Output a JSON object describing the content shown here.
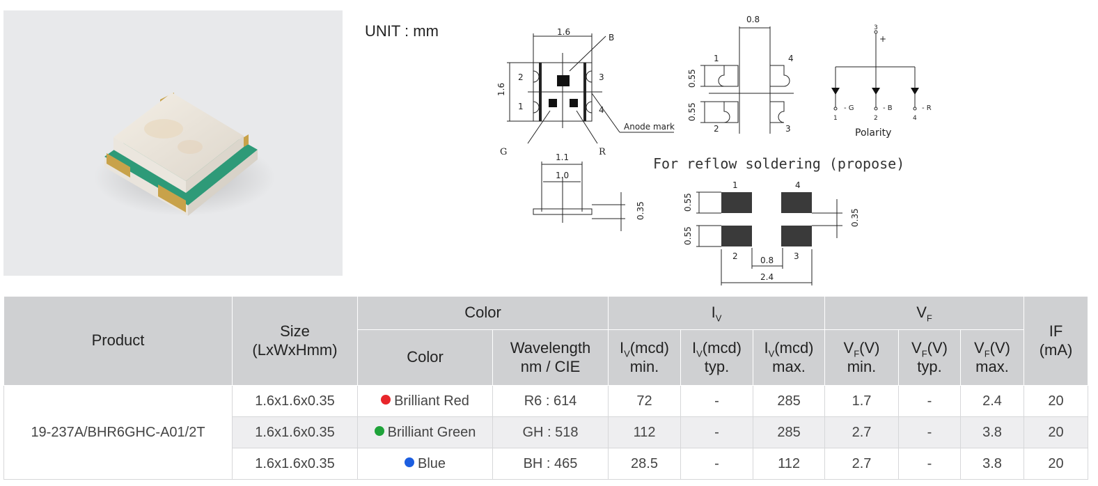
{
  "unit_label": "UNIT : mm",
  "drawing": {
    "top_view": {
      "width": "1.6",
      "height": "1.6",
      "pin_labels": [
        "1",
        "2",
        "3",
        "4"
      ],
      "die_label_b": "B",
      "die_label_g": "G",
      "die_label_r": "R",
      "anode_mark": "Anode mark"
    },
    "pad_view": {
      "pitch": "0.8",
      "pad_h1": "0.55",
      "pad_h2": "0.55",
      "pins": [
        "1",
        "4",
        "2",
        "3"
      ]
    },
    "side_view": {
      "width_outer": "1.1",
      "width_inner": "1.0",
      "thickness": "0.35"
    },
    "polarity": {
      "title": "Polarity",
      "top_pin": "3",
      "plus": "+",
      "labels": [
        "- G",
        "- B",
        "- R"
      ],
      "pins": [
        "1",
        "2",
        "4"
      ]
    },
    "reflow": {
      "title": "For reflow soldering (propose)",
      "pins_top": [
        "1",
        "4"
      ],
      "pins_bottom": [
        "2",
        "3"
      ],
      "pad_h1": "0.55",
      "pad_h2": "0.55",
      "gap": "0.35",
      "pitch": "0.8",
      "total": "2.4"
    }
  },
  "table": {
    "headers": {
      "product": "Product",
      "size_line1": "Size",
      "size_line2": "(LxWxHmm)",
      "color_group": "Color",
      "color": "Color",
      "wavelength_line1": "Wavelength",
      "wavelength_line2": "nm / CIE",
      "iv_group_main": "I",
      "iv_group_sub": "V",
      "iv_main": "I",
      "iv_sub": "V",
      "iv_unit": "(mcd)",
      "iv_min": "min.",
      "iv_typ": "typ.",
      "iv_max": "max.",
      "vf_group_main": "V",
      "vf_group_sub": "F",
      "vf_main": "V",
      "vf_sub": "F",
      "vf_unit": "(V)",
      "vf_min": "min.",
      "vf_typ": "typ.",
      "vf_max": "max.",
      "if_line1": "IF",
      "if_line2": "(mA)"
    },
    "product": "19-237A/BHR6GHC-A01/2T",
    "rows": [
      {
        "size": "1.6x1.6x0.35",
        "color": "Brilliant Red",
        "dot_color": "#e8262b",
        "wavelength": "R6 : 614",
        "iv_min": "72",
        "iv_typ": "-",
        "iv_max": "285",
        "vf_min": "1.7",
        "vf_typ": "-",
        "vf_max": "2.4",
        "if": "20"
      },
      {
        "size": "1.6x1.6x0.35",
        "color": "Brilliant Green",
        "dot_color": "#1fa33a",
        "wavelength": "GH : 518",
        "iv_min": "112",
        "iv_typ": "-",
        "iv_max": "285",
        "vf_min": "2.7",
        "vf_typ": "-",
        "vf_max": "3.8",
        "if": "20"
      },
      {
        "size": "1.6x1.6x0.35",
        "color": "Blue",
        "dot_color": "#1c5ee0",
        "wavelength": "BH : 465",
        "iv_min": "28.5",
        "iv_typ": "-",
        "iv_max": "112",
        "vf_min": "2.7",
        "vf_typ": "-",
        "vf_max": "3.8",
        "if": "20"
      }
    ]
  }
}
